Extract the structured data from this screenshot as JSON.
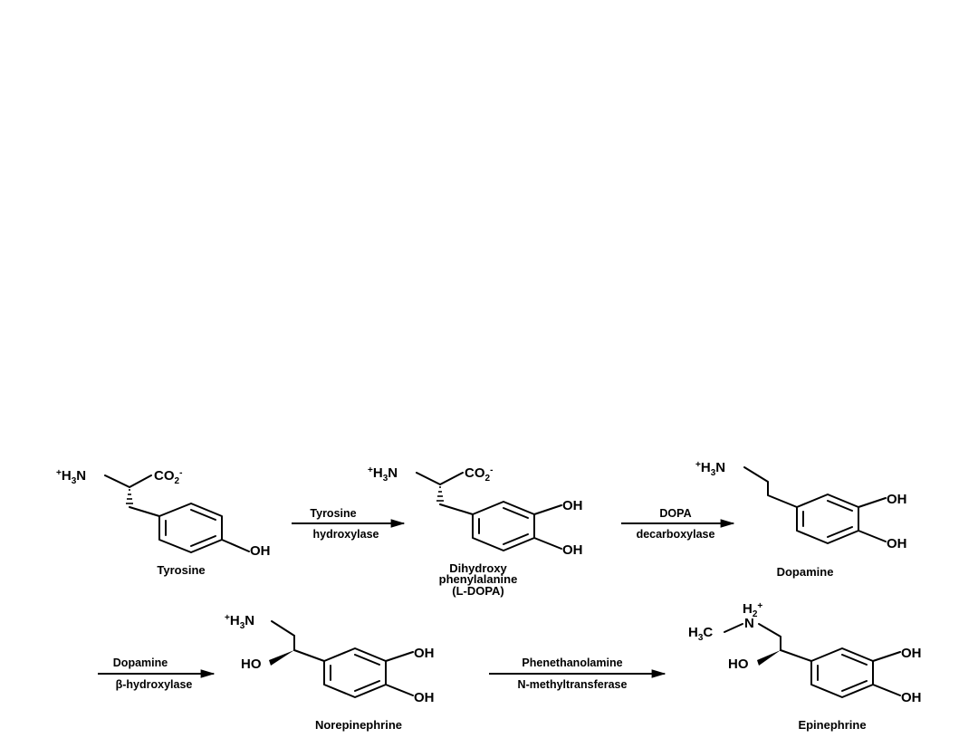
{
  "pathway": {
    "compounds": {
      "tyrosine": {
        "name": "Tyrosine",
        "amine": "+H3N",
        "carboxylate": "CO2-",
        "hydroxyl": "OH"
      },
      "ldopa": {
        "name_line1": "Dihydroxy",
        "name_line2": "phenylalanine",
        "name_line3": "(L-DOPA)",
        "amine": "+H3N",
        "carboxylate": "CO2-",
        "hydroxyl_top": "OH",
        "hydroxyl_bottom": "OH"
      },
      "dopamine": {
        "name": "Dopamine",
        "amine": "+H3N",
        "hydroxyl_top": "OH",
        "hydroxyl_bottom": "OH"
      },
      "norepinephrine": {
        "name": "Norepinephrine",
        "amine": "+H3N",
        "side_hydroxyl": "HO",
        "hydroxyl_top": "OH",
        "hydroxyl_bottom": "OH"
      },
      "epinephrine": {
        "name": "Epinephrine",
        "amine": "H2+ N",
        "methyl": "H3C",
        "side_hydroxyl": "HO",
        "hydroxyl_top": "OH",
        "hydroxyl_bottom": "OH"
      }
    },
    "enzymes": {
      "step1": {
        "line1": "Tyrosine",
        "line2": "hydroxylase"
      },
      "step2": {
        "line1": "DOPA",
        "line2": "decarboxylase"
      },
      "step3": {
        "line1": "Dopamine",
        "line2": "β-hydroxylase"
      },
      "step4": {
        "line1": "Phenethanolamine",
        "line2": "N-methyltransferase"
      }
    }
  }
}
